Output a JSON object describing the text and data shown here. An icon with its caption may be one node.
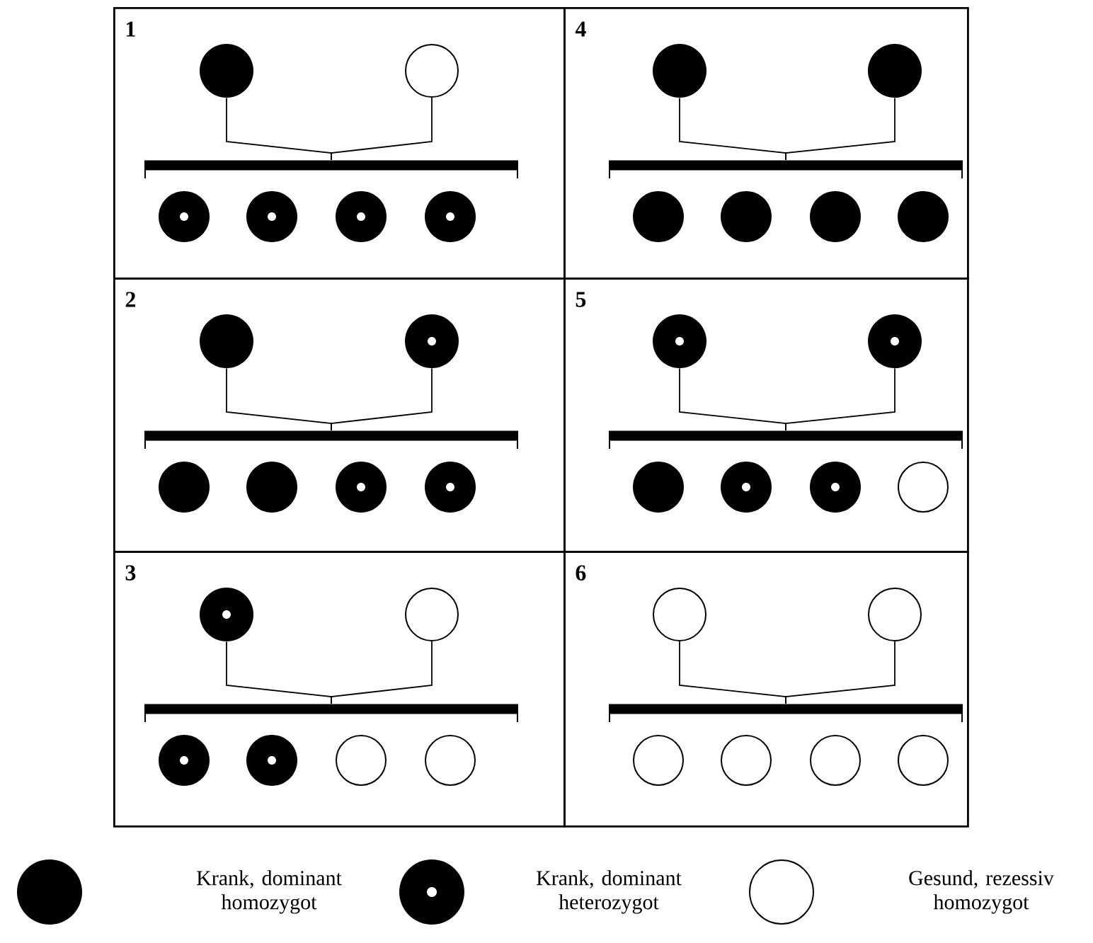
{
  "diagram": {
    "nodes": [
      {
        "text": [
          "1"
        ]
      },
      {
        "text": [],
        "shape": "disc",
        "in": 0
      },
      {
        "text": [],
        "shape": "circle",
        "in": 0
      },
      {
        "text": [],
        "shape": "bar",
        "in": 0
      },
      {
        "text": [],
        "shape": "ring",
        "in": 0
      },
      {
        "text": [],
        "shape": "ring",
        "in": 0
      },
      {
        "text": [],
        "shape": "ring",
        "in": 0
      },
      {
        "text": [],
        "shape": "ring",
        "in": 0
      },
      {
        "text": [
          "4"
        ]
      },
      {
        "text": [],
        "shape": "disc",
        "in": 8
      },
      {
        "text": [],
        "shape": "disc",
        "in": 8
      },
      {
        "text": [],
        "shape": "bar",
        "in": 8
      },
      {
        "text": [],
        "shape": "disc",
        "in": 8
      },
      {
        "text": [],
        "shape": "disc",
        "in": 8
      },
      {
        "text": [],
        "shape": "disc",
        "in": 8
      },
      {
        "text": [],
        "shape": "disc",
        "in": 8
      },
      {
        "text": [
          "2"
        ]
      },
      {
        "text": [],
        "shape": "disc",
        "in": 16
      },
      {
        "text": [],
        "shape": "ring",
        "in": 16
      },
      {
        "text": [],
        "shape": "bar",
        "in": 16
      },
      {
        "text": [],
        "shape": "disc",
        "in": 16
      },
      {
        "text": [],
        "shape": "disc",
        "in": 16
      },
      {
        "text": [],
        "shape": "ring",
        "in": 16
      },
      {
        "text": [],
        "shape": "ring",
        "in": 16
      },
      {
        "text": [
          "5"
        ]
      },
      {
        "text": [],
        "shape": "ring",
        "in": 24
      },
      {
        "text": [],
        "shape": "ring",
        "in": 24
      },
      {
        "text": [],
        "shape": "bar",
        "in": 24
      },
      {
        "text": [],
        "shape": "disc",
        "in": 24
      },
      {
        "text": [],
        "shape": "ring",
        "in": 24
      },
      {
        "text": [],
        "shape": "ring",
        "in": 24
      },
      {
        "text": [],
        "shape": "circle",
        "in": 24
      },
      {
        "text": [
          "3"
        ]
      },
      {
        "text": [],
        "shape": "ring",
        "in": 32
      },
      {
        "text": [],
        "shape": "circle",
        "in": 32
      },
      {
        "text": [],
        "shape": "bar",
        "in": 32
      },
      {
        "text": [],
        "shape": "ring",
        "in": 32
      },
      {
        "text": [],
        "shape": "ring",
        "in": 32
      },
      {
        "text": [],
        "shape": "circle",
        "in": 32
      },
      {
        "text": [],
        "shape": "circle",
        "in": 32
      },
      {
        "text": [
          "6"
        ]
      },
      {
        "text": [],
        "shape": "circle",
        "in": 40
      },
      {
        "text": [],
        "shape": "circle",
        "in": 40
      },
      {
        "text": [],
        "shape": "bar",
        "in": 40
      },
      {
        "text": [],
        "shape": "circle",
        "in": 40
      },
      {
        "text": [],
        "shape": "circle",
        "in": 40
      },
      {
        "text": [],
        "shape": "circle",
        "in": 40
      },
      {
        "text": [],
        "shape": "circle",
        "in": 40
      }
    ],
    "edges": [
      {
        "from": 1,
        "to": 3,
        "arrow": "none"
      },
      {
        "from": 2,
        "to": 3,
        "arrow": "none"
      },
      {
        "from": 9,
        "to": 11,
        "arrow": "none"
      },
      {
        "from": 10,
        "to": 11,
        "arrow": "none"
      },
      {
        "from": 17,
        "to": 19,
        "arrow": "none"
      },
      {
        "from": 18,
        "to": 19,
        "arrow": "none"
      },
      {
        "from": 25,
        "to": 27,
        "arrow": "none"
      },
      {
        "from": 26,
        "to": 27,
        "arrow": "none"
      },
      {
        "from": 33,
        "to": 35,
        "arrow": "none"
      },
      {
        "from": 34,
        "to": 35,
        "arrow": "none"
      },
      {
        "from": 41,
        "to": 43,
        "arrow": "none"
      },
      {
        "from": 42,
        "to": 43,
        "arrow": "none"
      }
    ],
    "legend": [
      {
        "text": "Krank, dominant homozygot"
      },
      {
        "text": "Krank, dominant heterozygot"
      },
      {
        "text": "Gesund, rezessiv homozygot"
      }
    ]
  }
}
